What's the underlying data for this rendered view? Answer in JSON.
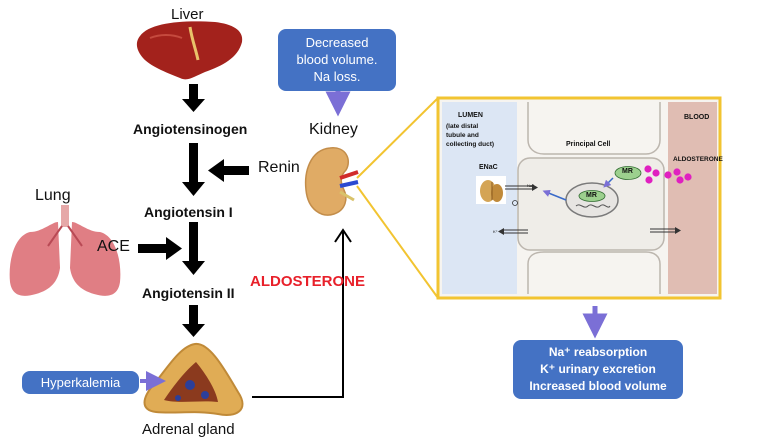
{
  "diagram": {
    "liver_label": "Liver",
    "angiotensinogen": "Angiotensinogen",
    "angiotensin1": "Angiotensin I",
    "angiotensin2": "Angiotensin II",
    "renin": "Renin",
    "ace": "ACE",
    "lung_label": "Lung",
    "kidney_label": "Kidney",
    "adrenal_label": "Adrenal gland",
    "aldosterone_main": "ALDOSTERONE",
    "hyperkalemia": "Hyperkalemia",
    "decreased_box": [
      "Decreased",
      "blood volume.",
      "Na loss."
    ],
    "result_box": [
      "Na⁺ reabsorption",
      "K⁺ urinary excretion",
      "Increased blood volume"
    ]
  },
  "inset": {
    "lumen_title": "LUMEN",
    "lumen_sub": [
      "(late distal",
      "tubule and",
      "collecting duct)"
    ],
    "enac": "ENaC",
    "principal_cell": "Principal Cell",
    "blood": "BLOOD",
    "aldosterone": "ALDOSTERONE",
    "mr_outer": "MR",
    "mr_nucleus": "MR",
    "na_label": "Na⁺",
    "k_label": "K⁺"
  },
  "colors": {
    "accent_red": "#e8202a",
    "box_blue": "#4472c4",
    "arrow_blue": "#7b6fd6",
    "inset_border": "#f2c431",
    "lumen_bg": "#dce6f4",
    "blood_bg": "#e0bdb3",
    "magenta": "#e020c0"
  }
}
